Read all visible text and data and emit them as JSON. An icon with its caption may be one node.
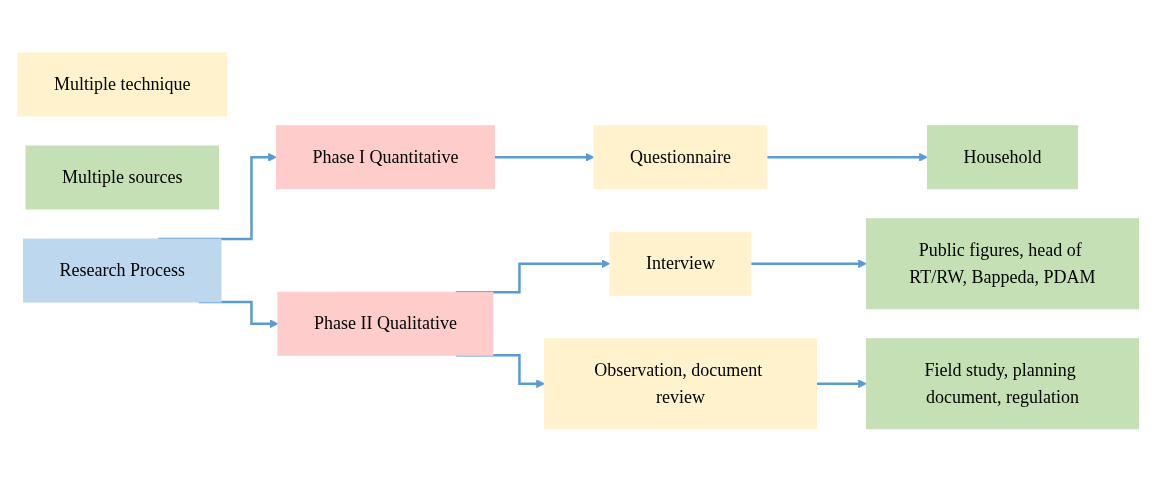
{
  "diagram": {
    "nodes": [
      {
        "text": [
          "Multiple technique"
        ]
      },
      {
        "text": [
          "Multiple sources"
        ]
      },
      {
        "text": [
          "Research Process"
        ]
      },
      {
        "text": [
          "Phase I Quantitative"
        ]
      },
      {
        "text": [
          "Questionnaire"
        ]
      },
      {
        "text": [
          "Household"
        ]
      },
      {
        "text": [
          "Phase II Qualitative"
        ]
      },
      {
        "text": [
          "Interview"
        ]
      },
      {
        "text": [
          "Public figures, head of RT/RW, Bappeda, PDAM"
        ]
      },
      {
        "text": [
          "Observation, document review"
        ]
      },
      {
        "text": [
          "Field study, planning document, regulation"
        ]
      }
    ],
    "edges": [
      {
        "from": 2,
        "to": 3,
        "arrow": "to"
      },
      {
        "from": 2,
        "to": 6,
        "arrow": "to"
      },
      {
        "from": 3,
        "to": 4,
        "arrow": "to"
      },
      {
        "from": 4,
        "to": 5,
        "arrow": "to"
      },
      {
        "from": 6,
        "to": 7,
        "arrow": "to"
      },
      {
        "from": 6,
        "to": 9,
        "arrow": "to"
      },
      {
        "from": 7,
        "to": 8,
        "arrow": "to"
      },
      {
        "from": 9,
        "to": 10,
        "arrow": "to"
      }
    ]
  }
}
